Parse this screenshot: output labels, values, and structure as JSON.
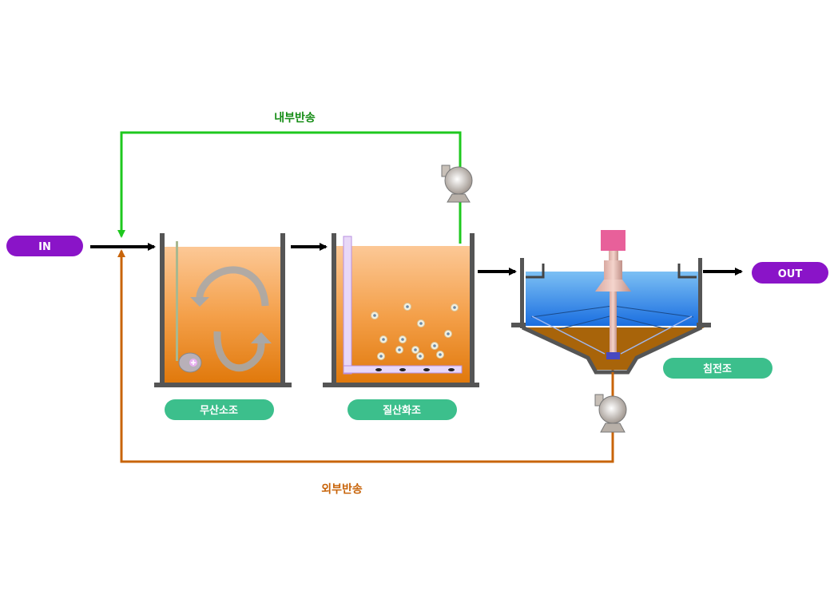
{
  "diagram": {
    "inlet_label": "IN",
    "outlet_label": "OUT",
    "internal_recycle_label": "내부반송",
    "external_recycle_label": "외부반송",
    "tanks": [
      {
        "id": "anoxic",
        "label": "무산소조"
      },
      {
        "id": "nitrification",
        "label": "질산화조"
      },
      {
        "id": "clarifier",
        "label": "침전조"
      }
    ],
    "colors": {
      "io_pill": "#8a14c8",
      "tank_pill": "#3cbf8c",
      "internal_recycle": "#1ec81e",
      "external_recycle": "#c8640a",
      "flow_arrow": "#000000",
      "tank_wall": "#555555",
      "sludge_liquor": "#f08c1e",
      "clarifier_water": "#2a88e6",
      "clarifier_sludge": "#a8640a"
    }
  }
}
